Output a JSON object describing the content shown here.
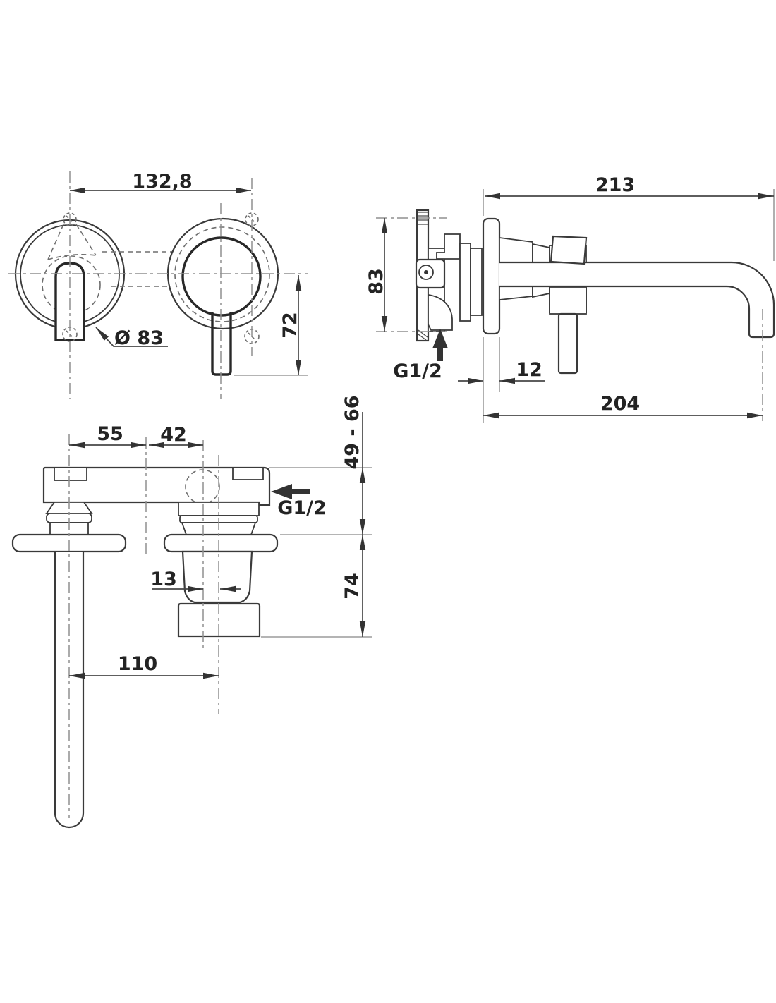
{
  "drawing": {
    "type": "technical-dimension-drawing",
    "subject": "wall-mounted-basin-mixer-tap",
    "background_color": "#ffffff",
    "line_color": "#3a3a3a",
    "front_view": {
      "width": "132,8",
      "flange_diameter": "Ø 83",
      "spout_drop": "72"
    },
    "side_view": {
      "total_depth": "213",
      "body_diameter": "83",
      "inlet_thread": "G1/2",
      "plate_thickness": "12",
      "spout_reach": "204"
    },
    "plan_view": {
      "handle_offset": "55",
      "port_offset": "42",
      "install_depth_range": "49 - 66",
      "inlet_thread": "G1/2",
      "port_trim_offset": "13",
      "handle_depth": "74",
      "axis_distance": "110"
    }
  }
}
